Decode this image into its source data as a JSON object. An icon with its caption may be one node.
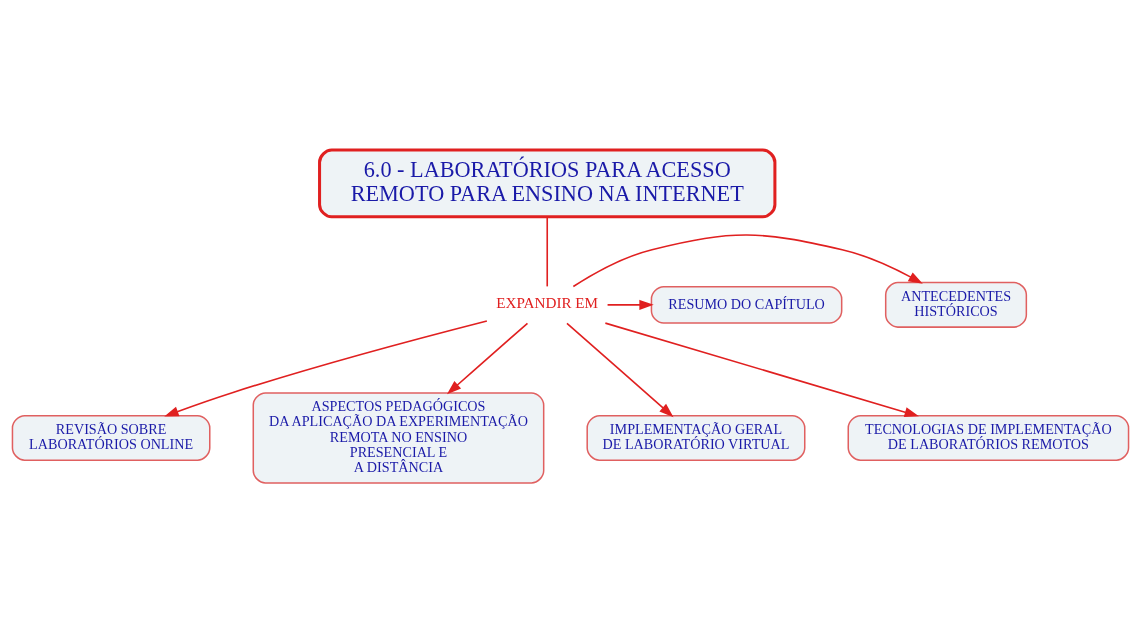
{
  "diagram": {
    "nodes": [
      {
        "text": [
          "6.0 - LABORATÓRIOS PARA ACESSO REMOTO PARA ENSINO NA INTERNET"
        ]
      },
      {
        "text": [
          "EXPANDIR EM"
        ]
      },
      {
        "text": [
          "ANTECEDENTES HISTÓRICOS"
        ]
      },
      {
        "text": [
          "RESUMO DO CAPÍTULO"
        ]
      },
      {
        "text": [
          "REVISÃO SOBRE LABORATÓRIOS ONLINE"
        ]
      },
      {
        "text": [
          "ASPECTOS PEDAGÓGICOS DA APLICAÇÃO DA EXPERIMENTAÇÃO REMOTA NO ENSINO PRESENCIAL E A DISTÂNCIA"
        ]
      },
      {
        "text": [
          "IMPLEMENTAÇÃO GERAL DE LABORATÓRIO VIRTUAL"
        ]
      },
      {
        "text": [
          "TECNOLOGIAS DE IMPLEMENTAÇÃO DE LABORATÓRIOS REMOTOS"
        ]
      }
    ],
    "edges": [
      {
        "from": 0,
        "to": 1,
        "arrow": "none"
      },
      {
        "from": 1,
        "to": 2,
        "arrow": "to"
      },
      {
        "from": 1,
        "to": 3,
        "arrow": "to"
      },
      {
        "from": 1,
        "to": 4,
        "arrow": "to"
      },
      {
        "from": 1,
        "to": 5,
        "arrow": "to"
      },
      {
        "from": 1,
        "to": 6,
        "arrow": "to"
      },
      {
        "from": 1,
        "to": 7,
        "arrow": "to"
      }
    ]
  }
}
